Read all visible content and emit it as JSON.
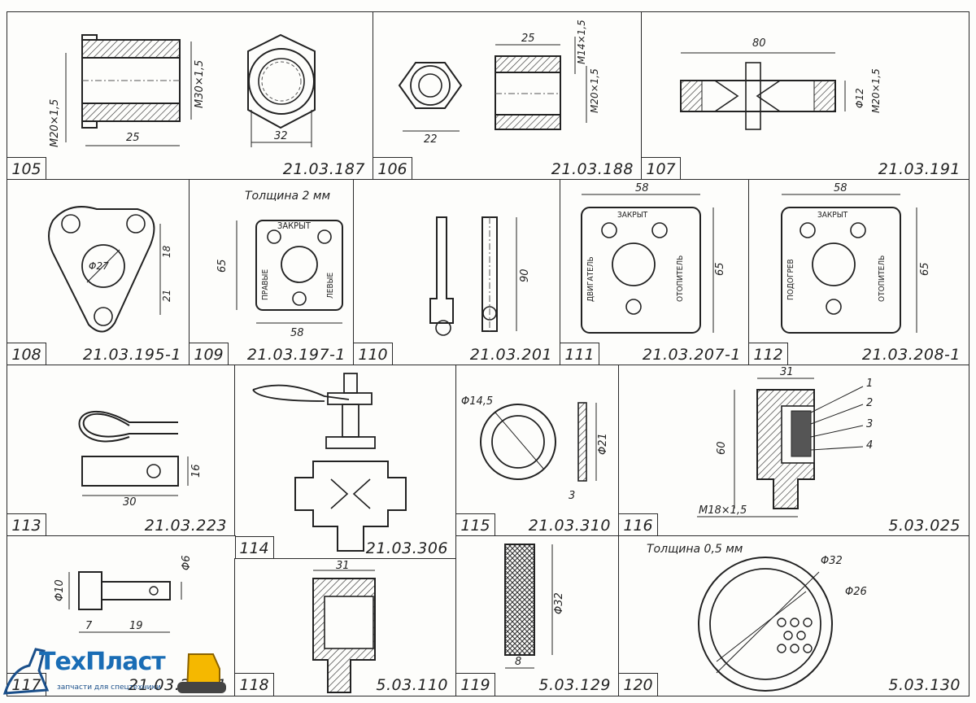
{
  "parts": [
    {
      "num": "105",
      "code": "21.03.187",
      "dims": [
        "M20×1,5",
        "M30×1,5",
        "25",
        "32"
      ]
    },
    {
      "num": "106",
      "code": "21.03.188",
      "dims": [
        "25",
        "M14×1,5",
        "M20×1,5",
        "22"
      ]
    },
    {
      "num": "107",
      "code": "21.03.191",
      "dims": [
        "80",
        "Φ12",
        "M20×1,5"
      ]
    },
    {
      "num": "108",
      "code": "21.03.195-1",
      "dims": [
        "Φ27",
        "18",
        "21"
      ]
    },
    {
      "num": "109",
      "code": "21.03.197-1",
      "dims": [
        "65",
        "58"
      ],
      "note": "Толщина 2 мм",
      "labels": [
        "ЗАКРЫТ",
        "ПРАВЫЕ",
        "ЛЕВЫЕ"
      ]
    },
    {
      "num": "110",
      "code": "21.03.201",
      "dims": [
        "90"
      ]
    },
    {
      "num": "111",
      "code": "21.03.207-1",
      "dims": [
        "58",
        "65"
      ],
      "labels": [
        "ЗАКРЫТ",
        "ДВИГАТЕЛЬ",
        "ОТОПИТЕЛЬ"
      ]
    },
    {
      "num": "112",
      "code": "21.03.208-1",
      "dims": [
        "58",
        "65"
      ],
      "labels": [
        "ЗАКРЫТ",
        "ПОДОГРЕВ",
        "ОТОПИТЕЛЬ"
      ]
    },
    {
      "num": "113",
      "code": "21.03.223",
      "dims": [
        "16",
        "30"
      ]
    },
    {
      "num": "114",
      "code": "21.03.306",
      "dims": []
    },
    {
      "num": "115",
      "code": "21.03.310",
      "dims": [
        "Φ14,5",
        "Φ21",
        "3"
      ]
    },
    {
      "num": "116",
      "code": "5.03.025",
      "dims": [
        "31",
        "60",
        "M18×1,5"
      ],
      "callouts": [
        "1",
        "2",
        "3",
        "4"
      ]
    },
    {
      "num": "117",
      "code": "21.03.223-1",
      "dims": [
        "Φ10",
        "Φ6",
        "7",
        "19"
      ]
    },
    {
      "num": "118",
      "code": "5.03.110",
      "dims": [
        "31"
      ]
    },
    {
      "num": "119",
      "code": "5.03.129",
      "dims": [
        "Φ32",
        "8"
      ]
    },
    {
      "num": "120",
      "code": "5.03.130",
      "dims": [
        "Φ32",
        "Φ26"
      ],
      "note": "Толщина 0,5 мм"
    }
  ],
  "logo": {
    "name": "ТехПласт",
    "tagline": "запчасти для спецтехники"
  }
}
